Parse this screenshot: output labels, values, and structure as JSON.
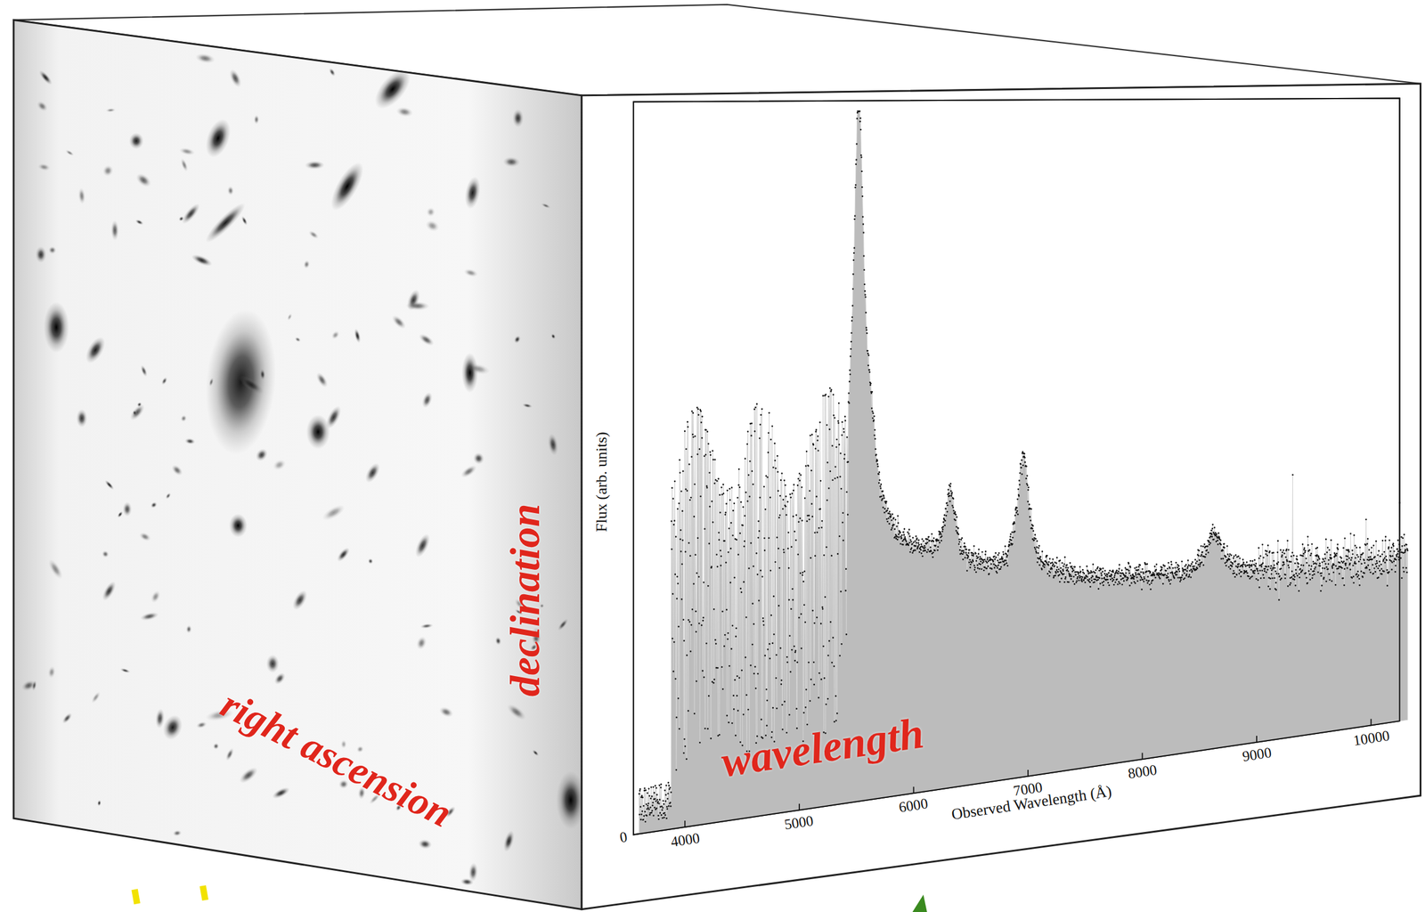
{
  "diagram": {
    "labels": [
      "right ascension",
      "declination",
      "wavelength",
      "Flux (arb. units)",
      "0",
      "4000",
      "5000",
      "6000",
      "7000",
      "8000",
      "9000",
      "10000",
      "Observed Wavelength (Å)"
    ]
  }
}
